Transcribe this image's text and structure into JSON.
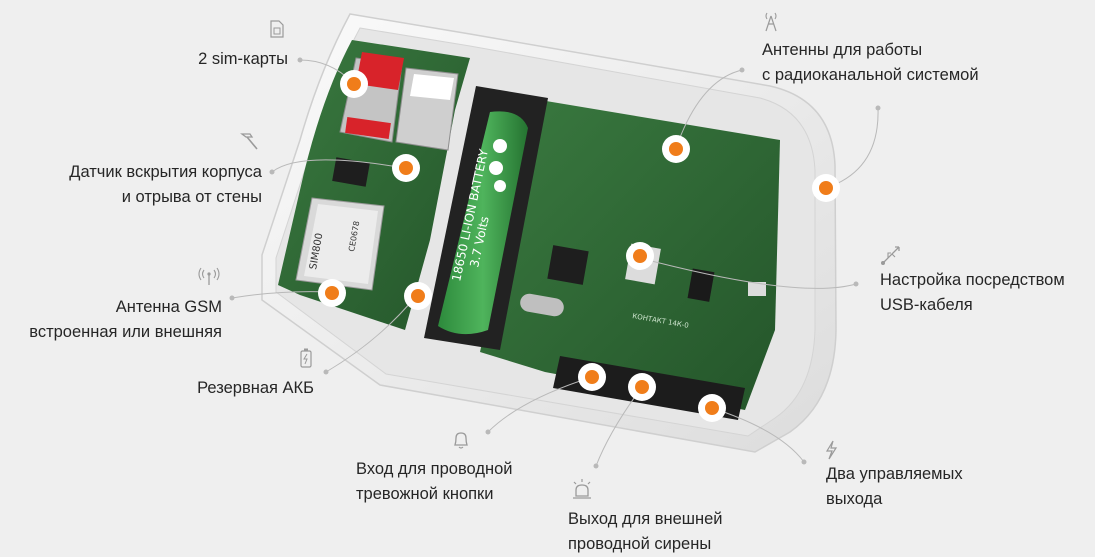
{
  "colors": {
    "background": "#efefef",
    "housing": "#f7f7f7",
    "pcb": "#2f6a36",
    "marker": "#f07d1a",
    "leader": "#b9b9b9",
    "sim_red": "#d8232a"
  },
  "pcb_text": {
    "battery": "18650 LI-ION BATTERY",
    "volts": "3.7 Volts",
    "module": "SIM800",
    "ce": "CE0678",
    "board": "КОНТАКТ 14К-0"
  },
  "labels": {
    "sim": {
      "icon": "sim-card-icon",
      "lines": [
        "2 sim-карты"
      ]
    },
    "tamper": {
      "icon": "hammer-icon",
      "lines": [
        "Датчик вскрытия корпуса",
        "и отрыва от стены"
      ]
    },
    "gsm": {
      "icon": "antenna-icon",
      "lines": [
        "Антенна GSM",
        "встроенная или внешняя"
      ]
    },
    "battery": {
      "icon": "battery-icon",
      "lines": [
        "Резервная АКБ"
      ]
    },
    "radio": {
      "icon": "radio-tower-icon",
      "lines": [
        "Антенны для работы",
        "с радиоканальной системой"
      ]
    },
    "usb": {
      "icon": "usb-icon",
      "lines": [
        "Настройка посредством",
        "USB-кабеля"
      ]
    },
    "alarm": {
      "icon": "bell-icon",
      "lines": [
        "Вход для проводной",
        "тревожной кнопки"
      ]
    },
    "siren": {
      "icon": "siren-icon",
      "lines": [
        "Выход для внешней",
        "проводной сирены"
      ]
    },
    "outputs": {
      "icon": "lightning-icon",
      "lines": [
        "Два управляемых",
        "выхода"
      ]
    }
  }
}
